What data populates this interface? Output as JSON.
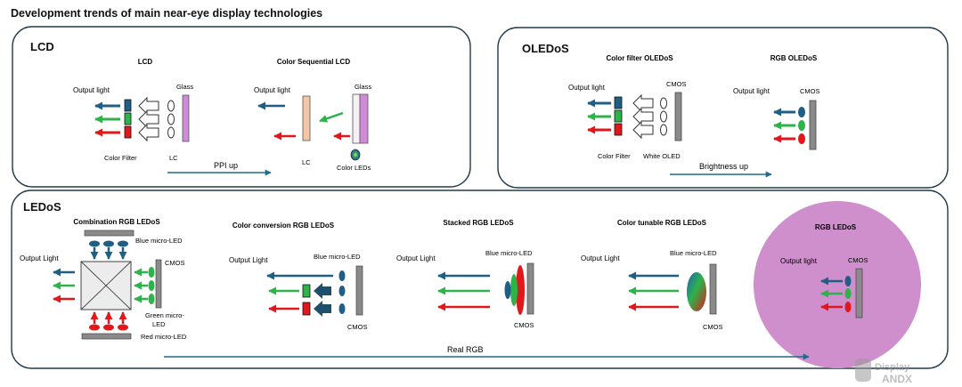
{
  "title": "Development trends of main near-eye display technologies",
  "colors": {
    "border": "#223a4a",
    "arrow_blue": "#1f5f86",
    "arrow_green": "#2db34a",
    "arrow_red": "#e0181c",
    "trend_arrow": "#1f6a8a",
    "cmos_gray": "#8a8a8a",
    "glass_purple": "#cf8ad8",
    "lc_peach": "#f4c6a8",
    "rgb_ledos_circle": "#cf8fcc"
  },
  "lcd": {
    "heading": "LCD",
    "lcd": {
      "subtitle": "LCD",
      "output_light": "Output light",
      "glass": "Glass",
      "color_filter": "Color Filter",
      "lc": "LC"
    },
    "cs_lcd": {
      "subtitle": "Color Sequential LCD",
      "output_light": "Output light",
      "glass": "Glass",
      "lc": "LC",
      "color_leds": "Color LEDs"
    },
    "trend": "PPI up"
  },
  "oledos": {
    "heading": "OLEDoS",
    "cf": {
      "subtitle": "Color filter OLEDoS",
      "output_light": "Output light",
      "cmos": "CMOS",
      "color_filter": "Color Filter",
      "white_oled": "White OLED"
    },
    "rgb": {
      "subtitle": "RGB OLEDoS",
      "output_light": "Output light",
      "cmos": "CMOS"
    },
    "trend": "Brightness up"
  },
  "ledos": {
    "heading": "LEDoS",
    "combination": {
      "subtitle": "Combination RGB LEDoS",
      "blue": "Blue micro-LED",
      "output": "Output Light",
      "cmos": "CMOS",
      "green_1": "Green micro-",
      "green_2": "LED",
      "red": "Red micro-LED"
    },
    "conversion": {
      "subtitle": "Color conversion RGB LEDoS",
      "output": "Output Light",
      "blue": "Blue micro-LED",
      "cmos": "CMOS"
    },
    "stacked": {
      "subtitle": "Stacked RGB LEDoS",
      "output": "Output Light",
      "blue": "Blue micro-LED",
      "cmos": "CMOS"
    },
    "tunable": {
      "subtitle": "Color tunable RGB LEDoS",
      "output": "Output Light",
      "blue": "Blue micro-LED",
      "cmos": "CMOS"
    },
    "rgb": {
      "subtitle": "RGB LEDoS",
      "output": "Output light",
      "cmos": "CMOS"
    },
    "trend": "Real RGB"
  },
  "watermark": {
    "line1": "Display",
    "line2": "ANDX"
  }
}
